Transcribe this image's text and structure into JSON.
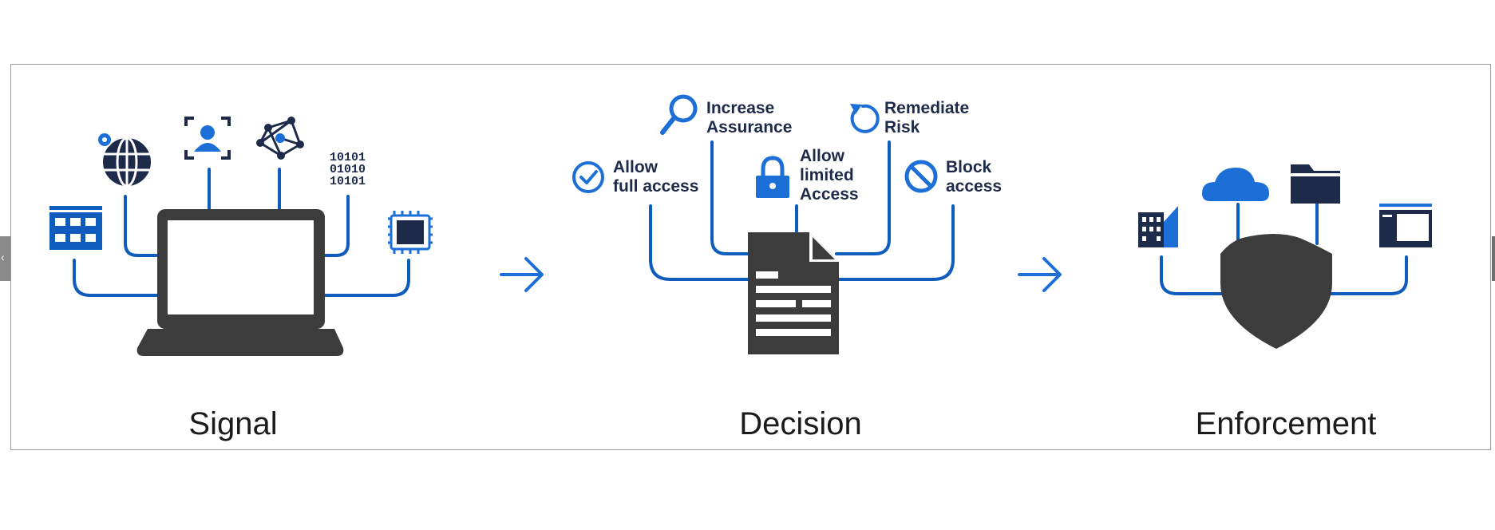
{
  "stages": {
    "signal": {
      "title": "Signal"
    },
    "decision": {
      "title": "Decision",
      "options": [
        {
          "line1": "Allow",
          "line2": "full access",
          "line3": ""
        },
        {
          "line1": "Increase",
          "line2": "Assurance",
          "line3": ""
        },
        {
          "line1": "Allow",
          "line2": "limited",
          "line3": "Access"
        },
        {
          "line1": "Remediate",
          "line2": "Risk",
          "line3": ""
        },
        {
          "line1": "Block",
          "line2": "access",
          "line3": ""
        }
      ]
    },
    "enforcement": {
      "title": "Enforcement"
    }
  },
  "colors": {
    "blue": "#0f5cbd",
    "dark_blue": "#1e2a4a",
    "gray": "#3c3c3c",
    "bright_blue": "#1b6fd6"
  },
  "icons": [
    "grid-app-icon",
    "globe-location-icon",
    "user-identity-icon",
    "network-icon",
    "binary-data-icon",
    "chip-icon",
    "laptop-icon",
    "arrow-right-icon",
    "check-circle-icon",
    "search-icon",
    "lock-icon",
    "refresh-icon",
    "block-icon",
    "document-icon",
    "building-icon",
    "cloud-icon",
    "folder-icon",
    "browser-window-icon",
    "shield-icon"
  ]
}
